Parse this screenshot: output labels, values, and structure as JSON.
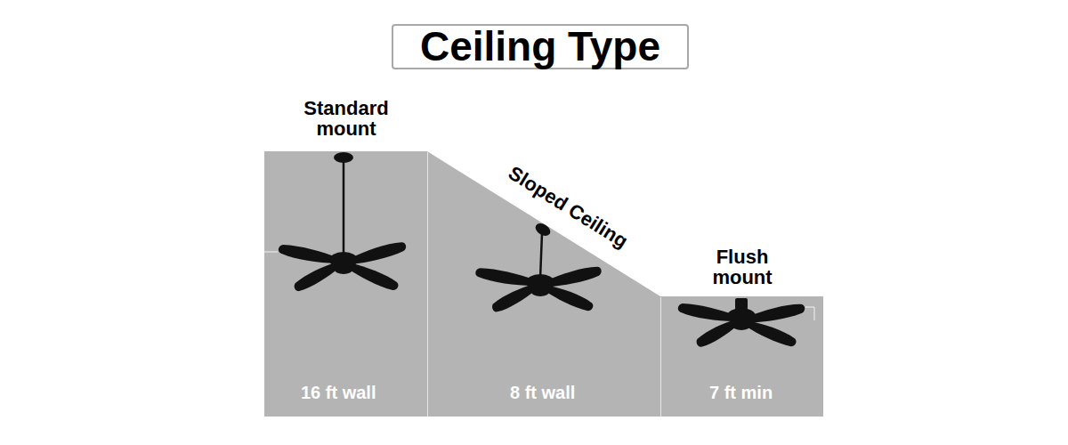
{
  "diagram": {
    "title": "Ceiling Type",
    "nodes": [
      {
        "text": [
          "Standard mount",
          "16 ft wall"
        ]
      },
      {
        "text": [
          "Sloped Ceiling",
          "8 ft wall"
        ]
      },
      {
        "text": [
          "Flush mount",
          "7 ft min"
        ]
      }
    ]
  }
}
